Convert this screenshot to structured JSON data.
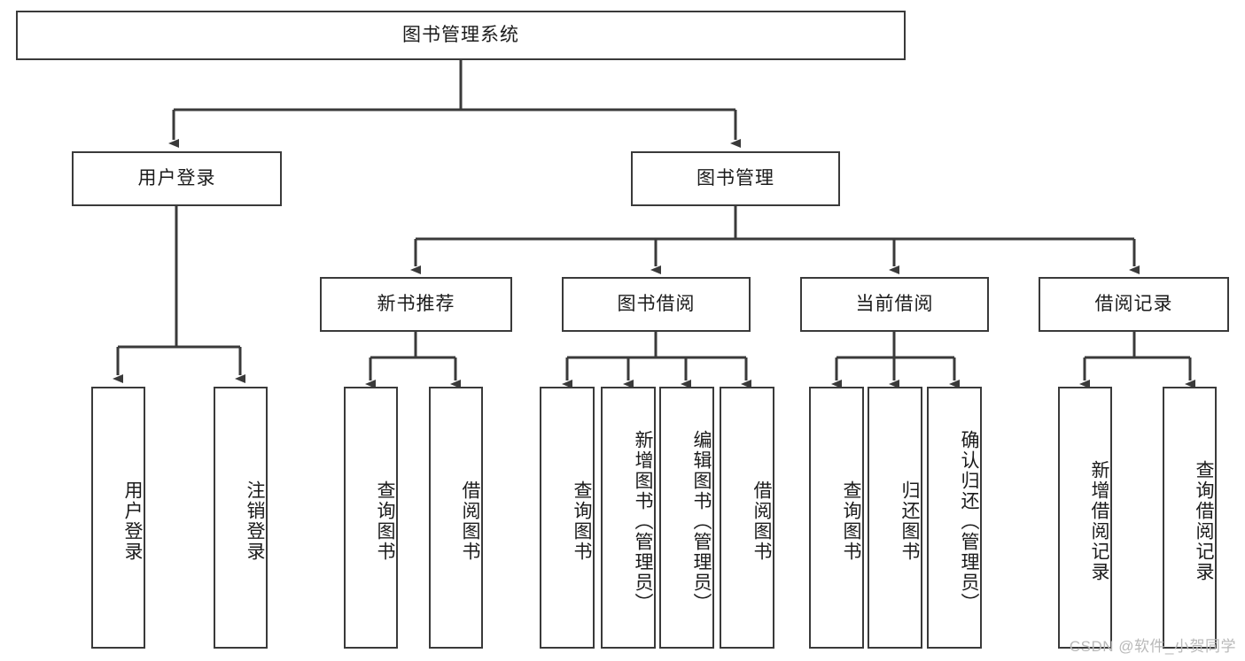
{
  "diagram": {
    "title": "图书管理系统",
    "type": "tree-hierarchy",
    "background_color": "#ffffff",
    "line_color": "#3a3a3a",
    "text_color": "#1b1b1b"
  },
  "root": {
    "label": "图书管理系统"
  },
  "level2": [
    {
      "label": "用户登录"
    },
    {
      "label": "图书管理"
    }
  ],
  "level3": [
    {
      "label": "新书推荐"
    },
    {
      "label": "图书借阅"
    },
    {
      "label": "当前借阅"
    },
    {
      "label": "借阅记录"
    }
  ],
  "leaves": {
    "user_login": [
      {
        "label": "用户登录"
      },
      {
        "label": "注销登录"
      }
    ],
    "new_book_recommend": [
      {
        "label": "查询图书"
      },
      {
        "label": "借阅图书"
      }
    ],
    "book_borrow": [
      {
        "label": "查询图书"
      },
      {
        "label": "新增图书（管理员）"
      },
      {
        "label": "编辑图书（管理员）"
      },
      {
        "label": "借阅图书"
      }
    ],
    "current_borrow": [
      {
        "label": "查询图书"
      },
      {
        "label": "归还图书"
      },
      {
        "label": "确认归还（管理员）"
      }
    ],
    "borrow_record": [
      {
        "label": "新增借阅记录"
      },
      {
        "label": "查询借阅记录"
      }
    ]
  },
  "watermark": {
    "text": "CSDN @软件_小贺同学"
  }
}
